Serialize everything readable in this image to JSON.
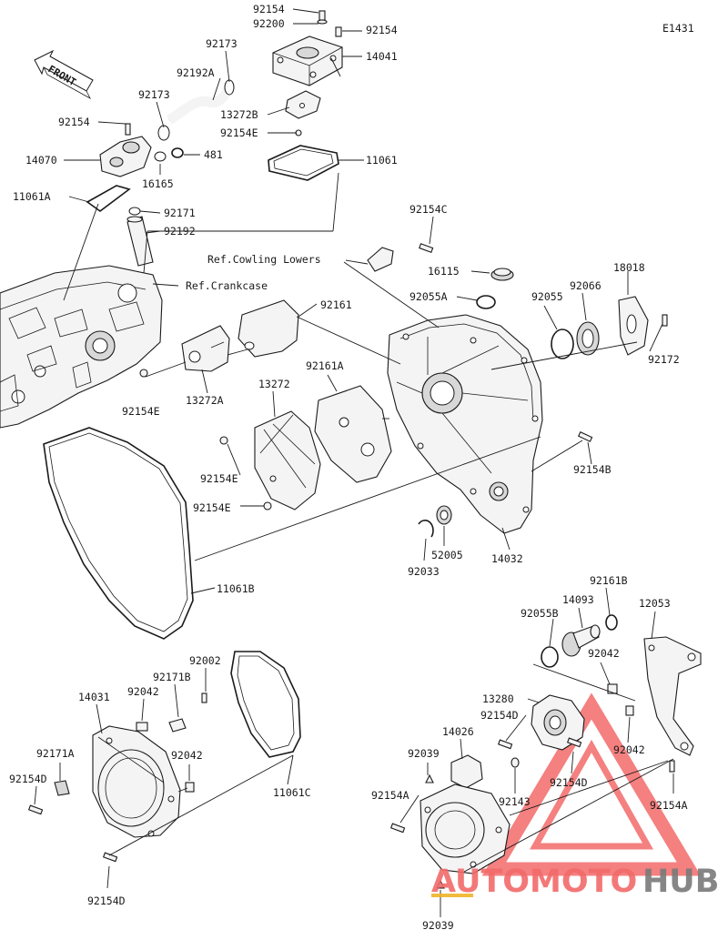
{
  "diagram": {
    "code": "E1431",
    "front_label": "FRONT",
    "ref_labels": {
      "cowling": "Ref.Cowling Lowers",
      "crankcase": "Ref.Crankcase"
    },
    "callouts": [
      {
        "id": "c1",
        "text": "92154"
      },
      {
        "id": "c2",
        "text": "92200"
      },
      {
        "id": "c3",
        "text": "92154"
      },
      {
        "id": "c4",
        "text": "14041"
      },
      {
        "id": "c5",
        "text": "92173"
      },
      {
        "id": "c6",
        "text": "92192A"
      },
      {
        "id": "c7",
        "text": "92173"
      },
      {
        "id": "c8",
        "text": "13272B"
      },
      {
        "id": "c9",
        "text": "92154"
      },
      {
        "id": "c10",
        "text": "92154E"
      },
      {
        "id": "c11",
        "text": "14070"
      },
      {
        "id": "c12",
        "text": "481"
      },
      {
        "id": "c13",
        "text": "11061"
      },
      {
        "id": "c14",
        "text": "16165"
      },
      {
        "id": "c15",
        "text": "11061A"
      },
      {
        "id": "c16",
        "text": "92171"
      },
      {
        "id": "c17",
        "text": "92192"
      },
      {
        "id": "c18",
        "text": "92154C"
      },
      {
        "id": "c19",
        "text": "16115"
      },
      {
        "id": "c20",
        "text": "18018"
      },
      {
        "id": "c21",
        "text": "92055A"
      },
      {
        "id": "c22",
        "text": "92055"
      },
      {
        "id": "c23",
        "text": "92066"
      },
      {
        "id": "c24",
        "text": "92161"
      },
      {
        "id": "c25",
        "text": "92172"
      },
      {
        "id": "c26",
        "text": "92154E"
      },
      {
        "id": "c27",
        "text": "13272A"
      },
      {
        "id": "c28",
        "text": "13272"
      },
      {
        "id": "c29",
        "text": "92161A"
      },
      {
        "id": "c30",
        "text": "92154B"
      },
      {
        "id": "c31",
        "text": "92154E"
      },
      {
        "id": "c32",
        "text": "92154E"
      },
      {
        "id": "c33",
        "text": "52005"
      },
      {
        "id": "c34",
        "text": "14032"
      },
      {
        "id": "c35",
        "text": "92033"
      },
      {
        "id": "c36",
        "text": "11061B"
      },
      {
        "id": "c37",
        "text": "92161B"
      },
      {
        "id": "c38",
        "text": "14093"
      },
      {
        "id": "c39",
        "text": "12053"
      },
      {
        "id": "c40",
        "text": "92055B"
      },
      {
        "id": "c41",
        "text": "92042"
      },
      {
        "id": "c42",
        "text": "92002"
      },
      {
        "id": "c43",
        "text": "92171B"
      },
      {
        "id": "c44",
        "text": "14031"
      },
      {
        "id": "c45",
        "text": "92042"
      },
      {
        "id": "c46",
        "text": "13280"
      },
      {
        "id": "c47",
        "text": "92154D"
      },
      {
        "id": "c48",
        "text": "14026"
      },
      {
        "id": "c49",
        "text": "92042"
      },
      {
        "id": "c50",
        "text": "92171A"
      },
      {
        "id": "c51",
        "text": "92042"
      },
      {
        "id": "c52",
        "text": "92039"
      },
      {
        "id": "c53",
        "text": "92154D"
      },
      {
        "id": "c54",
        "text": "92154D"
      },
      {
        "id": "c55",
        "text": "11061C"
      },
      {
        "id": "c56",
        "text": "92143"
      },
      {
        "id": "c57",
        "text": "92154A"
      },
      {
        "id": "c58",
        "text": "92154A"
      },
      {
        "id": "c59",
        "text": "92154D"
      },
      {
        "id": "c60",
        "text": "92039"
      }
    ]
  },
  "watermark": {
    "part1": "AUTOMOTO",
    "part2": "HUB",
    "color_main": "#f26a6a",
    "color_dark": "#7a7a7a",
    "color_gold": "#f0b429"
  }
}
